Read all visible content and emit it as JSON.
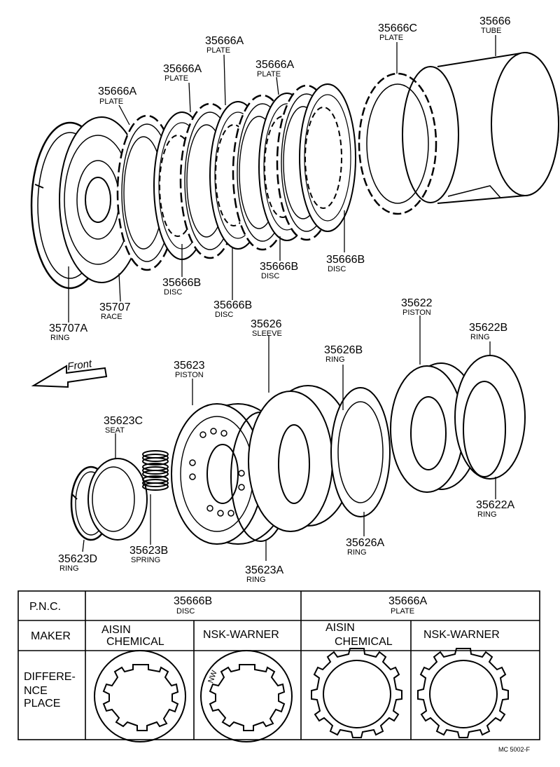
{
  "callouts": {
    "p35666a_1": {
      "pn": "35666A",
      "name": "PLATE"
    },
    "p35666a_2": {
      "pn": "35666A",
      "name": "PLATE"
    },
    "p35666a_3": {
      "pn": "35666A",
      "name": "PLATE"
    },
    "p35666a_4": {
      "pn": "35666A",
      "name": "PLATE"
    },
    "p35666c": {
      "pn": "35666C",
      "name": "PLATE"
    },
    "p35666": {
      "pn": "35666",
      "name": "TUBE"
    },
    "p35666b_1": {
      "pn": "35666B",
      "name": "DISC"
    },
    "p35666b_2": {
      "pn": "35666B",
      "name": "DISC"
    },
    "p35666b_3": {
      "pn": "35666B",
      "name": "DISC"
    },
    "p35666b_4": {
      "pn": "35666B",
      "name": "DISC"
    },
    "p35707": {
      "pn": "35707",
      "name": "RACE"
    },
    "p35707a": {
      "pn": "35707A",
      "name": "RING"
    },
    "p35626": {
      "pn": "35626",
      "name": "SLEEVE"
    },
    "p35622": {
      "pn": "35622",
      "name": "PISTON"
    },
    "p35622b": {
      "pn": "35622B",
      "name": "RING"
    },
    "p35623": {
      "pn": "35623",
      "name": "PISTON"
    },
    "p35626b": {
      "pn": "35626B",
      "name": "RING"
    },
    "p35623c": {
      "pn": "35623C",
      "name": "SEAT"
    },
    "p35622a": {
      "pn": "35622A",
      "name": "RING"
    },
    "p35626a": {
      "pn": "35626A",
      "name": "RING"
    },
    "p35623d": {
      "pn": "35623D",
      "name": "RING"
    },
    "p35623b": {
      "pn": "35623B",
      "name": "SPRING"
    },
    "p35623a": {
      "pn": "35623A",
      "name": "RING"
    }
  },
  "front_label": "Front",
  "table": {
    "pnc_label": "P.N.C.",
    "maker_label": "MAKER",
    "difference_lines": [
      "DIFFERE-",
      "NCE",
      "PLACE"
    ],
    "disc": {
      "pn": "35666B",
      "name": "DISC",
      "maker_1": [
        "AISIN",
        "CHEMICAL"
      ],
      "maker_2": "NSK-WARNER",
      "nw_mark": "NW"
    },
    "plate": {
      "pn": "35666A",
      "name": "PLATE",
      "maker_1": [
        "AISIN",
        "CHEMICAL"
      ],
      "maker_2": "NSK-WARNER"
    }
  },
  "footer_code": "MC 5002-F"
}
